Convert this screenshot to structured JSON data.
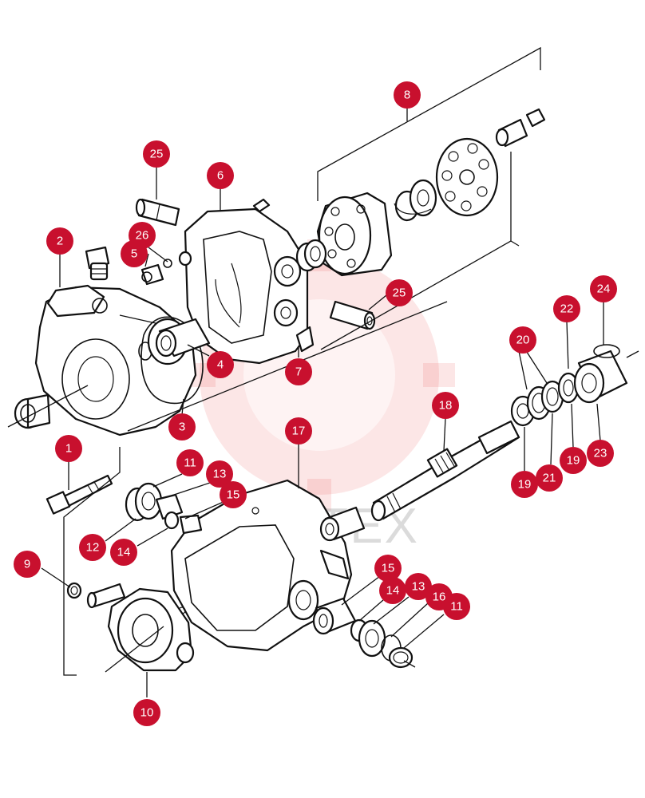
{
  "watermark": {
    "text": "ИНТЕХ",
    "accent": "#e8342f"
  },
  "badge_color": "#c8102e",
  "callouts": [
    {
      "id": "c1",
      "label": "1"
    },
    {
      "id": "c2",
      "label": "2"
    },
    {
      "id": "c3",
      "label": "3"
    },
    {
      "id": "c4",
      "label": "4"
    },
    {
      "id": "c5",
      "label": "5"
    },
    {
      "id": "c6",
      "label": "6"
    },
    {
      "id": "c7",
      "label": "7"
    },
    {
      "id": "c8",
      "label": "8"
    },
    {
      "id": "c9",
      "label": "9"
    },
    {
      "id": "c10",
      "label": "10"
    },
    {
      "id": "c11a",
      "label": "11"
    },
    {
      "id": "c11b",
      "label": "11"
    },
    {
      "id": "c12",
      "label": "12"
    },
    {
      "id": "c13a",
      "label": "13"
    },
    {
      "id": "c13b",
      "label": "13"
    },
    {
      "id": "c14a",
      "label": "14"
    },
    {
      "id": "c14b",
      "label": "14"
    },
    {
      "id": "c15a",
      "label": "15"
    },
    {
      "id": "c15b",
      "label": "15"
    },
    {
      "id": "c16",
      "label": "16"
    },
    {
      "id": "c17",
      "label": "17"
    },
    {
      "id": "c18",
      "label": "18"
    },
    {
      "id": "c19a",
      "label": "19"
    },
    {
      "id": "c19b",
      "label": "19"
    },
    {
      "id": "c20",
      "label": "20"
    },
    {
      "id": "c21",
      "label": "21"
    },
    {
      "id": "c22",
      "label": "22"
    },
    {
      "id": "c23",
      "label": "23"
    },
    {
      "id": "c24",
      "label": "24"
    },
    {
      "id": "c25a",
      "label": "25"
    },
    {
      "id": "c25b",
      "label": "25"
    },
    {
      "id": "c26",
      "label": "26"
    }
  ]
}
